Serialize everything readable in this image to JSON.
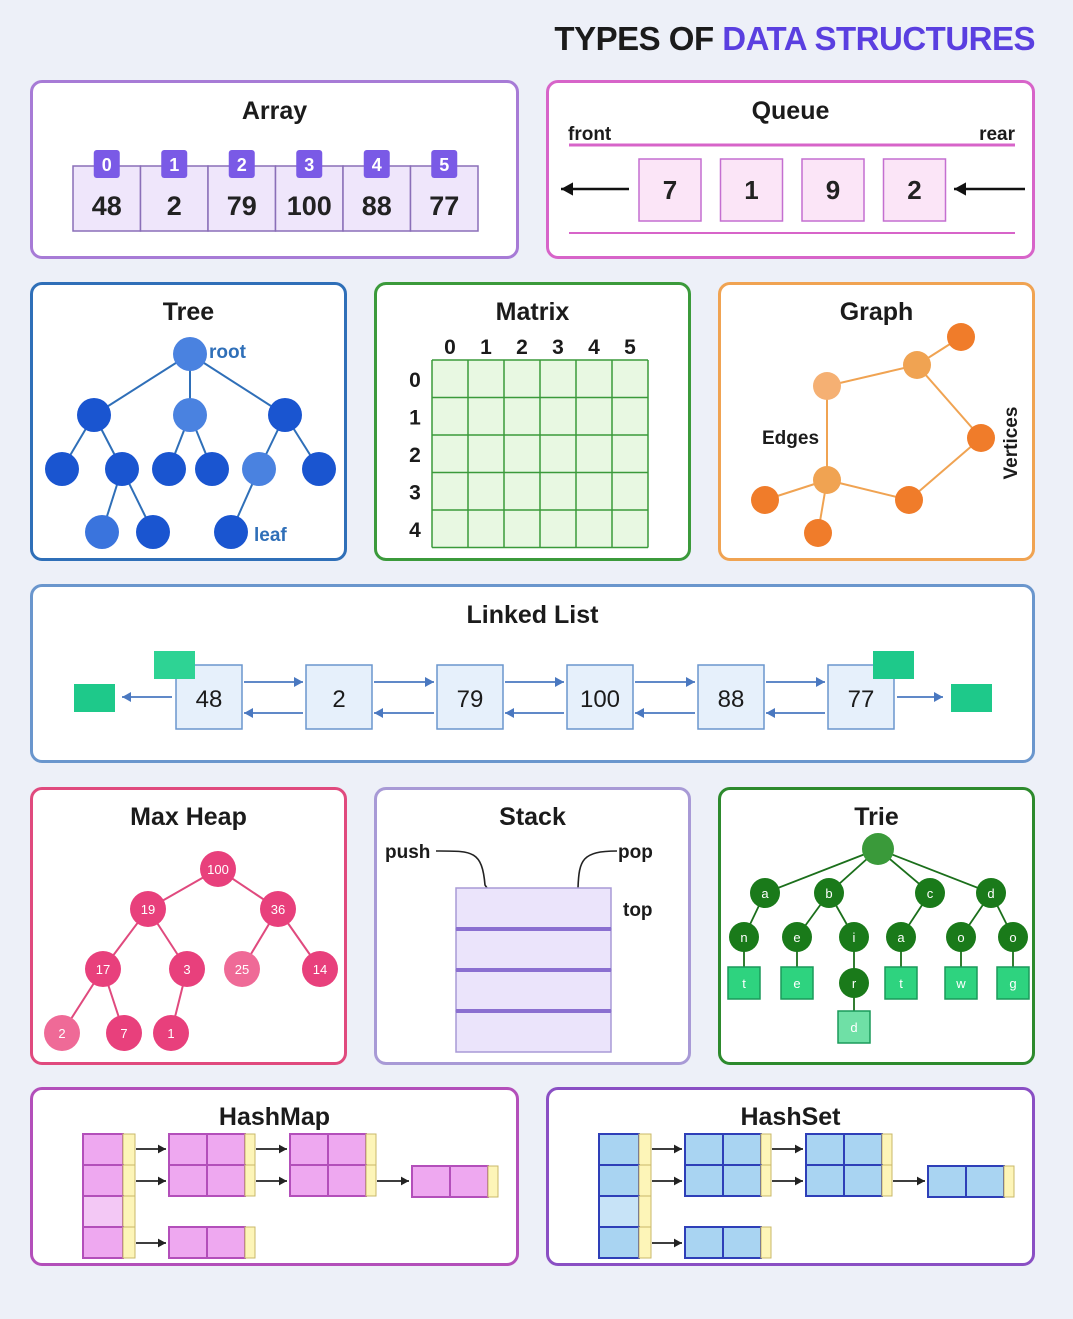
{
  "title": {
    "prefix": "TYPES OF ",
    "accent": "DATA STRUCTURES"
  },
  "colors": {
    "accent": "#5a3fe0",
    "array": "#a77bd6",
    "queue": "#d764c9",
    "tree": "#2f6fb8",
    "matrix": "#3b9a3b",
    "graph": "#f0a352",
    "linked": "#6a96cd",
    "heap": "#e04a7e",
    "stack": "#a89ad6",
    "trie": "#2d8a2d",
    "hash": "#b34fba"
  },
  "array": {
    "title": "Array",
    "indices": [
      "0",
      "1",
      "2",
      "3",
      "4",
      "5"
    ],
    "values": [
      "48",
      "2",
      "79",
      "100",
      "88",
      "77"
    ]
  },
  "queue": {
    "title": "Queue",
    "front": "front",
    "rear": "rear",
    "values": [
      "7",
      "1",
      "9",
      "2"
    ]
  },
  "tree": {
    "title": "Tree",
    "root": "root",
    "leaf": "leaf"
  },
  "matrix": {
    "title": "Matrix",
    "cols": [
      "0",
      "1",
      "2",
      "3",
      "4",
      "5"
    ],
    "rows": [
      "0",
      "1",
      "2",
      "3",
      "4"
    ]
  },
  "graph": {
    "title": "Graph",
    "edges": "Edges",
    "vertices": "Vertices"
  },
  "linked_list": {
    "title": "Linked List",
    "values": [
      "48",
      "2",
      "79",
      "100",
      "88",
      "77"
    ]
  },
  "heap": {
    "title": "Max Heap",
    "values": [
      "100",
      "19",
      "36",
      "17",
      "3",
      "25",
      "14",
      "2",
      "7",
      "1"
    ]
  },
  "stack": {
    "title": "Stack",
    "push": "push",
    "pop": "pop",
    "top": "top"
  },
  "trie": {
    "title": "Trie",
    "level1": [
      "a",
      "b",
      "c",
      "d"
    ],
    "level2": [
      "n",
      "e",
      "i",
      "a",
      "o",
      "o"
    ],
    "level3": [
      "t",
      "e",
      "r",
      "t",
      "w",
      "g"
    ],
    "level4": [
      "d"
    ]
  },
  "hashmap": {
    "title": "HashMap"
  },
  "hashset": {
    "title": "HashSet"
  }
}
